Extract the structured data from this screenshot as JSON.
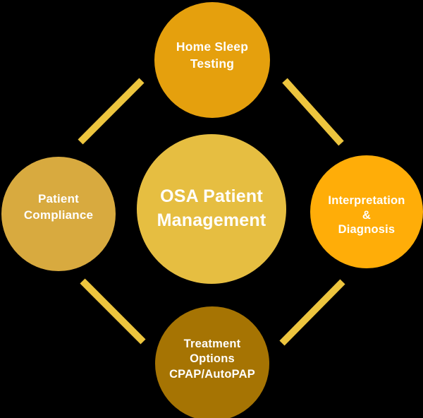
{
  "background_color": "#000000",
  "text_color": "#FFFFFF",
  "center": {
    "lines": [
      "OSA Patient",
      "Management"
    ],
    "color": "#E6BE41"
  },
  "nodes": {
    "top": {
      "lines": [
        "Home Sleep",
        "Testing"
      ],
      "color": "#E5A00D"
    },
    "right": {
      "lines": [
        "Interpretation",
        "&",
        "Diagnosis"
      ],
      "color": "#FFAD08"
    },
    "bottom": {
      "lines": [
        "Treatment",
        "Options",
        "CPAP/AutoPAP"
      ],
      "color": "#A67403"
    },
    "left": {
      "lines": [
        "Patient",
        "Compliance"
      ],
      "color": "#D8AA3F"
    }
  },
  "connectors": {
    "color": "#EDC53E"
  }
}
